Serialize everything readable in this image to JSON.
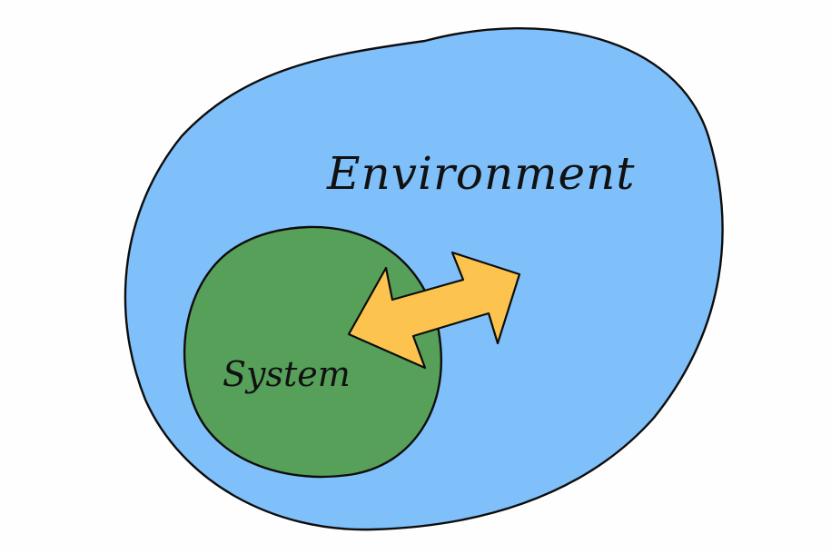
{
  "diagram": {
    "environment": {
      "label": "Environment",
      "fill": "#80c0fa",
      "stroke": "#0d0d0d"
    },
    "system": {
      "label": "System",
      "fill": "#56a05a",
      "stroke": "#0d0d0d"
    },
    "interaction_arrow": {
      "kind": "double-headed arrow",
      "fill": "#fcc44f",
      "stroke": "#0d0d0d"
    }
  }
}
